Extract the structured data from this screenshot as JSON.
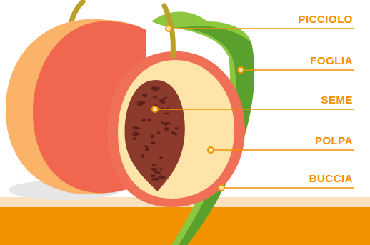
{
  "diagram": {
    "labels": [
      "PICCIOLO",
      "FOGLIA",
      "SEME",
      "POLPA",
      "BUCCIA"
    ]
  }
}
